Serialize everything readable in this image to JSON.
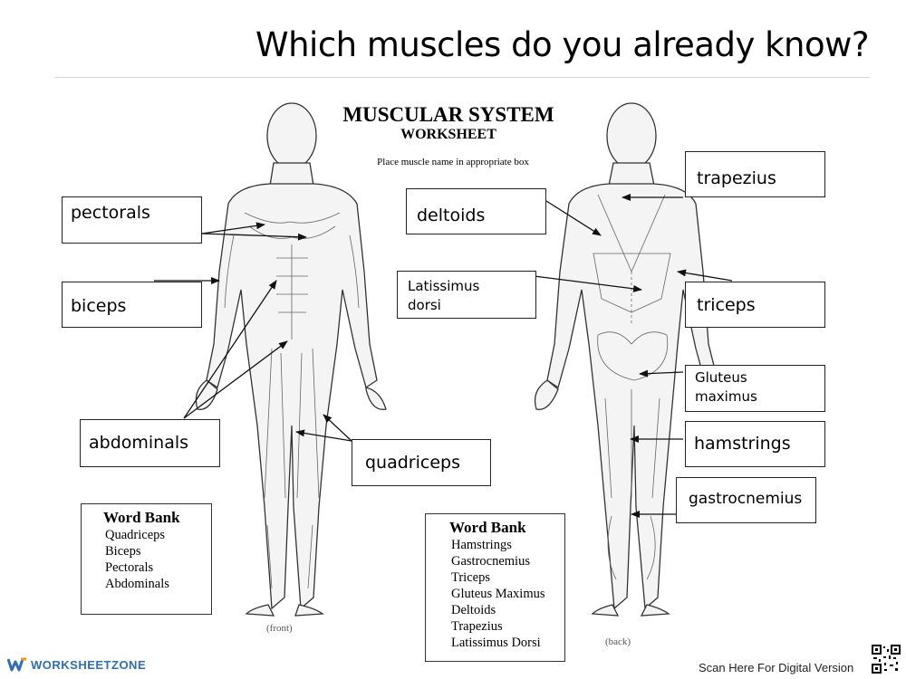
{
  "slide": {
    "title": "Which muscles do you already know?"
  },
  "worksheet": {
    "heading": "MUSCULAR SYSTEM",
    "subheading": "WORKSHEET",
    "instruction": "Place muscle name in appropriate box",
    "front_label": "(front)",
    "back_label": "(back)"
  },
  "labels": {
    "pectorals": "pectorals",
    "biceps": "biceps",
    "abdominals": "abdominals",
    "quadriceps": "quadriceps",
    "deltoids": "deltoids",
    "latissimus_line1": "Latissimus",
    "latissimus_line2": "dorsi",
    "trapezius": "trapezius",
    "triceps": "triceps",
    "gluteus_line1": "Gluteus",
    "gluteus_line2": "maximus",
    "hamstrings": "hamstrings",
    "gastrocnemius": "gastrocnemius"
  },
  "word_bank_front": {
    "title": "Word Bank",
    "items": [
      "Quadriceps",
      "Biceps",
      "Pectorals",
      "Abdominals"
    ]
  },
  "word_bank_back": {
    "title": "Word Bank",
    "items": [
      "Hamstrings",
      "Gastrocnemius",
      "Triceps",
      "Gluteus Maximus",
      "Deltoids",
      "Trapezius",
      "Latissimus Dorsi"
    ]
  },
  "footer": {
    "brand": "WORKSHEETZONE",
    "scan_text": "Scan Here For Digital Version"
  },
  "colors": {
    "brand_blue": "#2f6db5",
    "brand_orange": "#f29a1f",
    "line": "#111111"
  }
}
